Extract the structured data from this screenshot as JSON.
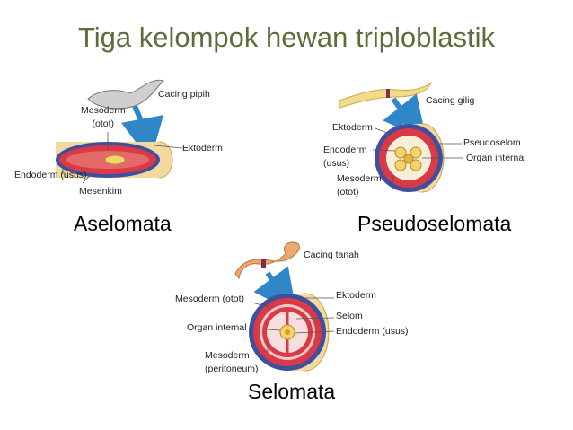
{
  "title": "Tiga kelompok hewan triploblastik",
  "colors": {
    "title": "#5b6e3a",
    "ectoderm_blue": "#3f4fa0",
    "mesoderm_red": "#d93a46",
    "endoderm_yellow": "#f3d46a",
    "worm_tan": "#e8b86b",
    "arrow_blue": "#2f87c8"
  },
  "groups": {
    "acoelomate": {
      "name": "Aselomata",
      "labels": {
        "worm": "Cacing pipih",
        "mesoderm": "Mesoderm\n(otot)",
        "ectoderm": "Ektoderm",
        "endoderm": "Endoderm (usus)",
        "mesenchyme": "Mesenkim"
      }
    },
    "pseudocoelomate": {
      "name": "Pseudoselomata",
      "labels": {
        "worm": "Cacing gilig",
        "ectoderm": "Ektoderm",
        "endoderm": "Endoderm\n(usus)",
        "mesoderm": "Mesoderm\n(otot)",
        "pseudocoelom": "Pseudoselom",
        "organ": "Organ internal"
      }
    },
    "coelomate": {
      "name": "Selomata",
      "labels": {
        "worm": "Cacing tanah",
        "mesoderm_muscle": "Mesoderm (otot)",
        "organ": "Organ internal",
        "mesoderm_peritoneum": "Mesoderm\n(peritoneum)",
        "ectoderm": "Ektoderm",
        "coelom": "Selom",
        "endoderm": "Endoderm (usus)"
      }
    }
  }
}
